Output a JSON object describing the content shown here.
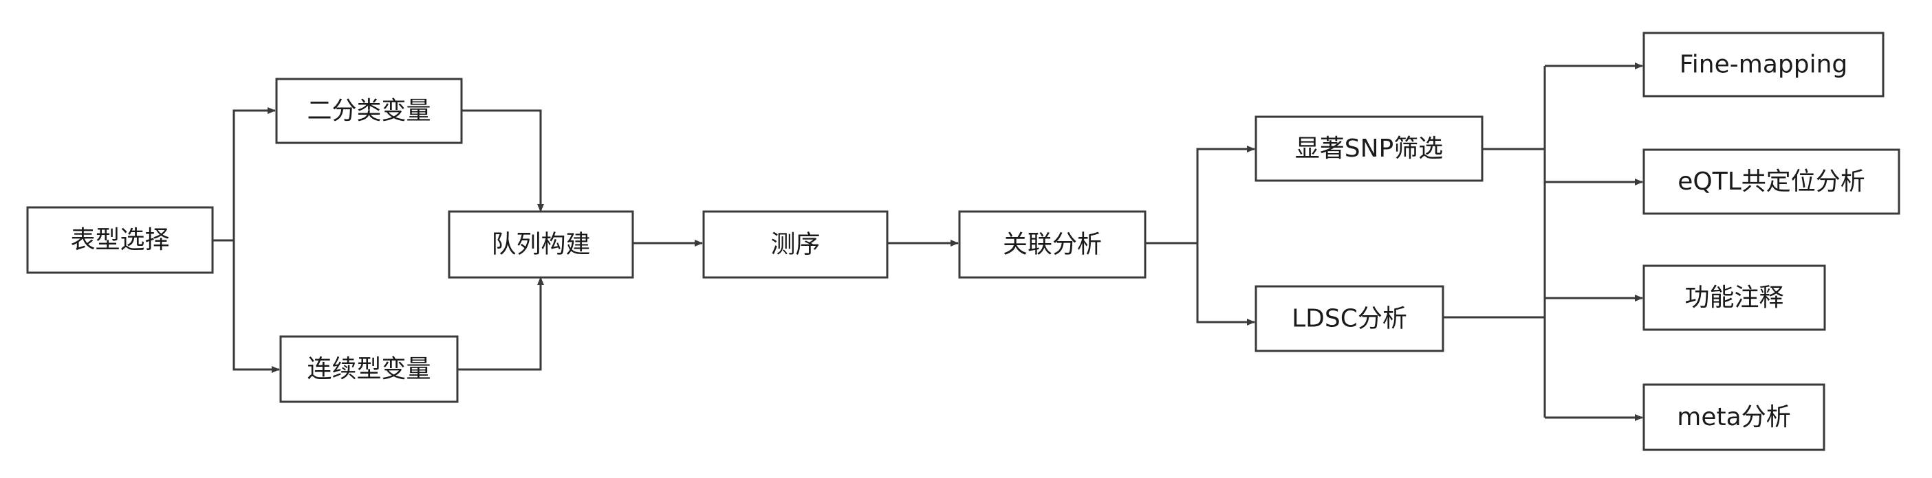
{
  "nodes": {
    "phenotype": "表型选择",
    "binary": "二分类变量",
    "continuous": "连续型变量",
    "cohort": "队列构建",
    "sequencing": "测序",
    "association": "关联分析",
    "snp_filter": "显著SNP筛选",
    "ldsc": "LDSC分析",
    "finemap": "Fine-mapping",
    "eqtl": "eQTL共定位分析",
    "annotation": "功能注释",
    "meta": "meta分析"
  },
  "colors": {
    "stroke": "#3a3a3a",
    "text": "#1a1a1a",
    "background": "#ffffff"
  }
}
